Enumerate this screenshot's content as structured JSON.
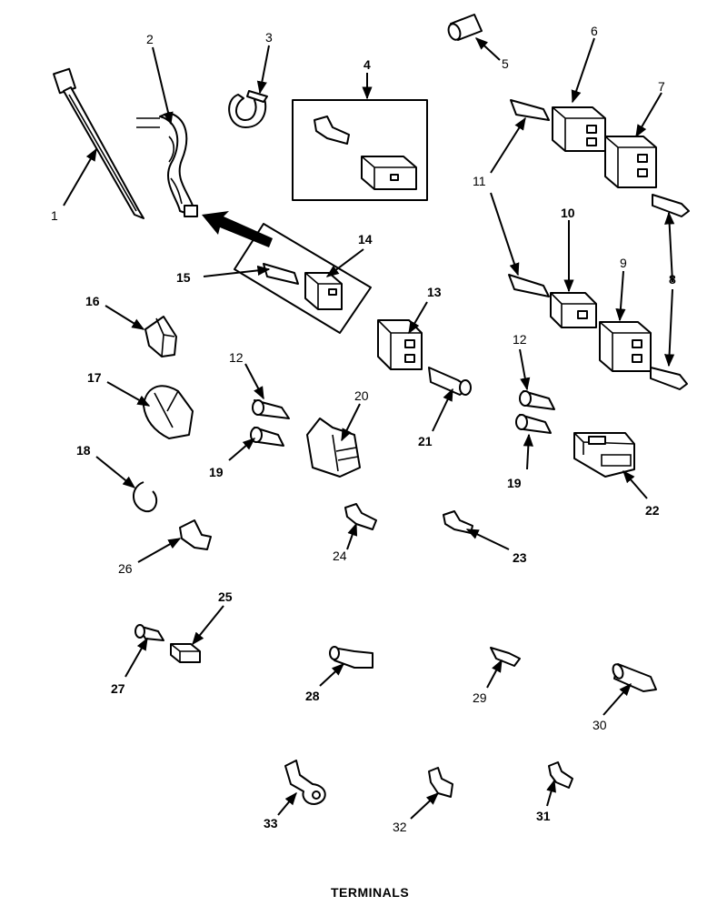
{
  "title": "TERMINALS",
  "callouts": {
    "c1": "1",
    "c2": "2",
    "c3": "3",
    "c4": "4",
    "c5": "5",
    "c6": "6",
    "c7": "7",
    "c8": "8",
    "c9": "9",
    "c10": "10",
    "c11": "11",
    "c12a": "12",
    "c12b": "12",
    "c13": "13",
    "c14": "14",
    "c15": "15",
    "c16": "16",
    "c17": "17",
    "c18": "18",
    "c19a": "19",
    "c19b": "19",
    "c20": "20",
    "c21": "21",
    "c22": "22",
    "c23": "23",
    "c24": "24",
    "c25": "25",
    "c26": "26",
    "c27": "27",
    "c28": "28",
    "c29": "29",
    "c30": "30",
    "c31": "31",
    "c32": "32",
    "c33": "33"
  }
}
